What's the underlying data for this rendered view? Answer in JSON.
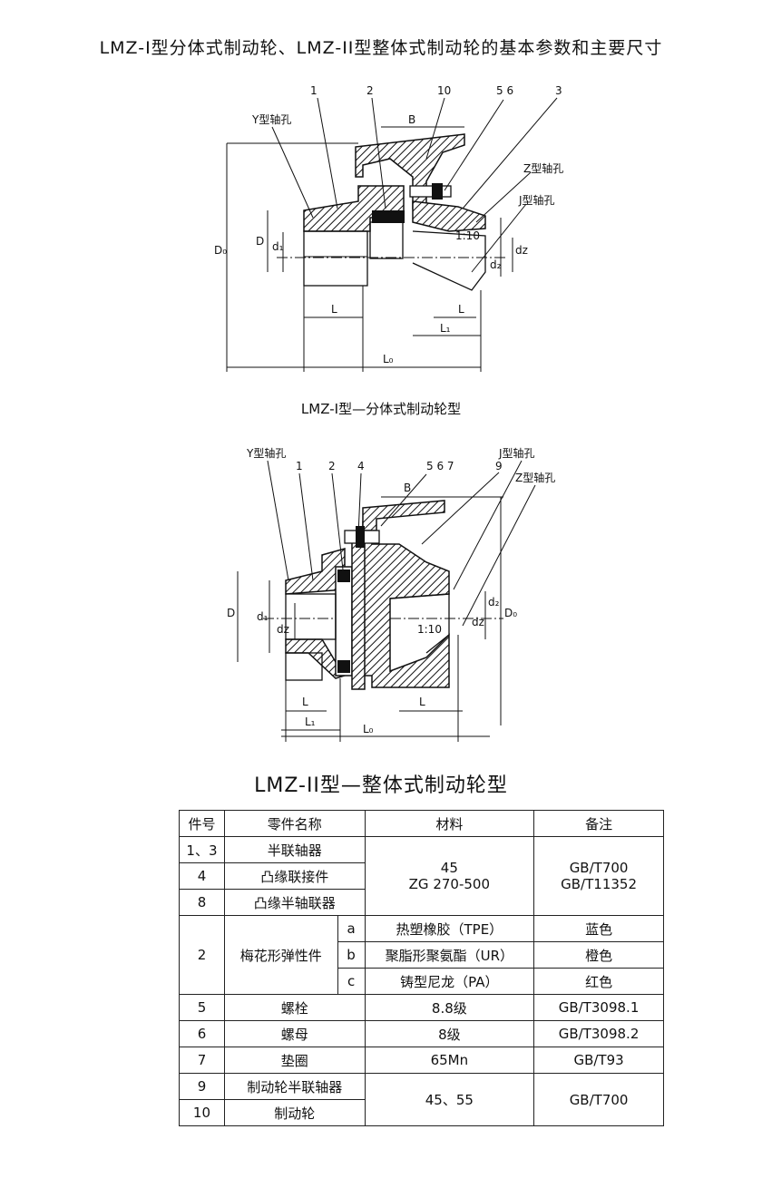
{
  "page_title": "LMZ-I型分体式制动轮、LMZ-II型整体式制动轮的基本参数和主要尺寸",
  "diagram1": {
    "caption": "LMZ-I型—分体式制动轮型",
    "labels": {
      "y_hole": "Y型轴孔",
      "z_hole": "Z型轴孔",
      "j_hole": "J型轴孔",
      "n1": "1",
      "n2": "2",
      "n10": "10",
      "n56": "5  6",
      "n3": "3",
      "B": "B",
      "D0": "D₀",
      "D": "D",
      "d1": "d₁",
      "d2": "d₂",
      "dz": "dz",
      "taper": "1:10",
      "L_left": "L",
      "L_right": "L",
      "L1": "L₁",
      "L0": "L₀"
    }
  },
  "diagram2": {
    "caption": "LMZ-II型—整体式制动轮型",
    "labels": {
      "y_hole": "Y型轴孔",
      "j_hole": "J型轴孔",
      "z_hole": "Z型轴孔",
      "n1": "1",
      "n2": "2",
      "n4": "4",
      "n567": "5  6  7",
      "n9": "9",
      "B": "B",
      "D": "D",
      "D0": "D₀",
      "d1": "d₁",
      "dz_left": "dz",
      "d2": "d₂",
      "dz_right": "dz",
      "taper": "1:10",
      "L_left": "L",
      "L_right": "L",
      "L1": "L₁",
      "L0": "L₀"
    }
  },
  "table": {
    "headers": [
      "件号",
      "零件名称",
      "材料",
      "备注"
    ],
    "rows": [
      {
        "no": "1、3",
        "name": "半联轴器"
      },
      {
        "no": "4",
        "name": "凸缘联接件"
      },
      {
        "no": "8",
        "name": "凸缘半轴联器"
      },
      {
        "no": "2",
        "name": "梅花形弹性件"
      },
      {
        "no": "5",
        "name": "螺栓",
        "material": "8.8级",
        "note": "GB/T3098.1"
      },
      {
        "no": "6",
        "name": "螺母",
        "material": "8级",
        "note": "GB/T3098.2"
      },
      {
        "no": "7",
        "name": "垫圈",
        "material": "65Mn",
        "note": "GB/T93"
      },
      {
        "no": "9",
        "name": "制动轮半联轴器"
      },
      {
        "no": "10",
        "name": "制动轮"
      }
    ],
    "group1_material_a": "45",
    "group1_material_b": "ZG 270-500",
    "group1_note_a": "GB/T700",
    "group1_note_b": "GB/T11352",
    "elastic_variants": [
      {
        "code": "a",
        "material": "热塑橡胶（TPE）",
        "color": "蓝色"
      },
      {
        "code": "b",
        "material": "聚脂形聚氨酯（UR）",
        "color": "橙色"
      },
      {
        "code": "c",
        "material": "铸型尼龙（PA）",
        "color": "红色"
      }
    ],
    "group9_material": "45、55",
    "group9_note": "GB/T700"
  }
}
